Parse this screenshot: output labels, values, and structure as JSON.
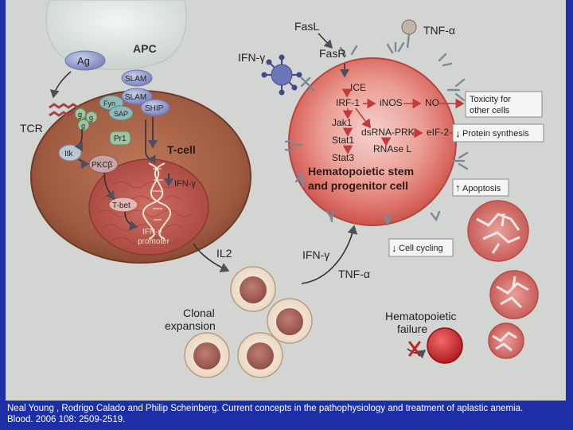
{
  "diagram": {
    "apc": "APC",
    "ag": "Ag",
    "slam1": "SLAM",
    "slam2": "SLAM",
    "fyn": "Fyn",
    "sap": "SAP",
    "ship": "SHIP",
    "tcr": "TCR",
    "gamma1": "g",
    "gamma2": "g",
    "gamma3": "g",
    "pr1": "Pr1",
    "itk": "Itk",
    "pkcb": "PKCβ",
    "tcell": "T-cell",
    "ifng_t": "IFN-γ",
    "tbet": "T-bet",
    "ifng_promoter_1": "IFN-γ",
    "ifng_promoter_2": "promoter",
    "fasl": "FasL",
    "fasr": "FasR",
    "tnfa_top": "TNF-α",
    "ifng_left": "IFN-γ",
    "ice": "ICE",
    "irf1": "IRF-1",
    "inos": "iNOS",
    "no": "NO",
    "jak1": "Jak1",
    "stat1": "Stat1",
    "stat3": "Stat3",
    "dsrna": "dsRNA-PRK",
    "eif2": "eIF-2",
    "rnase": "RNAse L",
    "hsc_1": "Hematopoietic stem",
    "hsc_2": "and progenitor cell",
    "toxicity_1": "Toxicity for",
    "toxicity_2": "other cells",
    "protein_synthesis": "Protein synthesis",
    "apoptosis": "Apoptosis",
    "cell_cycling": "Cell cycling",
    "il2": "IL2",
    "ifng_bottom": "IFN-γ",
    "tnfa_bottom": "TNF-α",
    "clonal_1": "Clonal",
    "clonal_2": "expansion",
    "failure_1": "Hematopoietic",
    "failure_2": "failure"
  },
  "caption": {
    "line1": "Neal Young , Rodrigo Calado and Philip Scheinberg. Current concepts in the pathophysiology and treatment of aplastic anemia.",
    "line2": "Blood. 2006 108: 2509-2519."
  },
  "colors": {
    "page_bg": "#1d2fa6",
    "figure_bg": "#d3d5d3",
    "tcell": "#a86046",
    "hsc": "#e07c74",
    "arrow": "#5a5a6a"
  }
}
